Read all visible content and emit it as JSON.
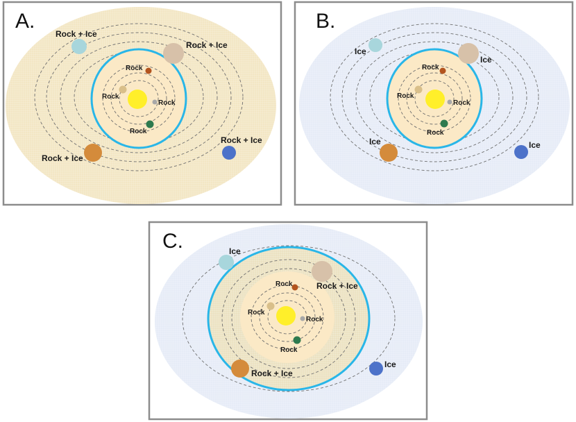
{
  "panels": [
    {
      "id": "A",
      "letter": "A.",
      "outer_fill": "#f3e6c4",
      "mid_fill": "#f3e6c4",
      "inner_fill": "#fbe9c6",
      "labels": {
        "mars": "Rock",
        "venus": "Rock",
        "mercury": "Rock",
        "earth": "Rock",
        "jupiter": "Rock + Ice",
        "saturn": "Rock + Ice",
        "uranus": "Rock + Ice",
        "neptune": "Rock + Ice"
      }
    },
    {
      "id": "B",
      "letter": "B.",
      "outer_fill": "#e6ecf7",
      "mid_fill": "#e6ecf7",
      "inner_fill": "#fbe9c6",
      "labels": {
        "mars": "Rock",
        "venus": "Rock",
        "mercury": "Rock",
        "earth": "Rock",
        "jupiter": "Ice",
        "saturn": "Ice",
        "uranus": "Ice",
        "neptune": "Ice"
      }
    },
    {
      "id": "C",
      "letter": "C.",
      "outer_fill": "#e6ecf7",
      "mid_fill": "#ece2c2",
      "inner_fill": "#fbe9c6",
      "labels": {
        "mars": "Rock",
        "venus": "Rock",
        "mercury": "Rock",
        "earth": "Rock",
        "jupiter": "Rock + Ice",
        "saturn": "Rock + Ice",
        "uranus": "Ice",
        "neptune": "Ice"
      }
    }
  ],
  "colors": {
    "frame": "#8c8c8c",
    "boundary": "#29b6e8",
    "orbit": "#6e6e6e",
    "sun": "#ffef2a",
    "mercury": "#a8a8a8",
    "venus": "#d9bf8a",
    "earth": "#2e7a4e",
    "mars": "#b3541e",
    "jupiter": "#d7c1a9",
    "saturn": "#d48b3b",
    "uranus": "#a8d6dc",
    "neptune": "#4d72c9"
  }
}
